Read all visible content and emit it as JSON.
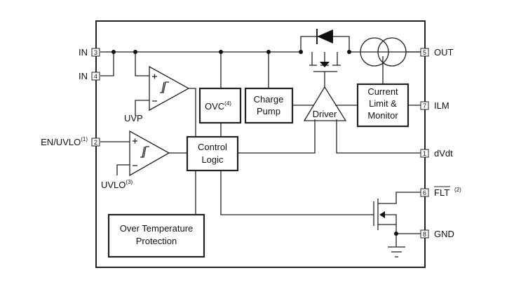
{
  "pins": {
    "in3": {
      "label": "IN",
      "num": "3"
    },
    "in4": {
      "label": "IN",
      "num": "4"
    },
    "en": {
      "label": "EN/UVLO",
      "sup": "(1)",
      "num": "2"
    },
    "out": {
      "label": "OUT",
      "num": "5"
    },
    "ilm": {
      "label": "ILM",
      "num": "7"
    },
    "dvdt": {
      "label": "dVdt",
      "num": "1"
    },
    "flt": {
      "label": "FLT",
      "sup": "(2)",
      "num": "6"
    },
    "gnd": {
      "label": "GND",
      "num": "8"
    }
  },
  "blocks": {
    "ovc": {
      "label": "OVC",
      "sup": "(4)"
    },
    "charge_pump": {
      "line1": "Charge",
      "line2": "Pump"
    },
    "control_logic": {
      "line1": "Control",
      "line2": "Logic"
    },
    "driver": {
      "label": "Driver"
    },
    "current_limit": {
      "line1": "Current",
      "line2": "Limit &",
      "line3": "Monitor"
    },
    "otp": {
      "line1": "Over Temperature",
      "line2": "Protection"
    }
  },
  "refs": {
    "uvp": {
      "label": "UVP"
    },
    "uvlo": {
      "label": "UVLO",
      "sup": "(3)"
    }
  }
}
